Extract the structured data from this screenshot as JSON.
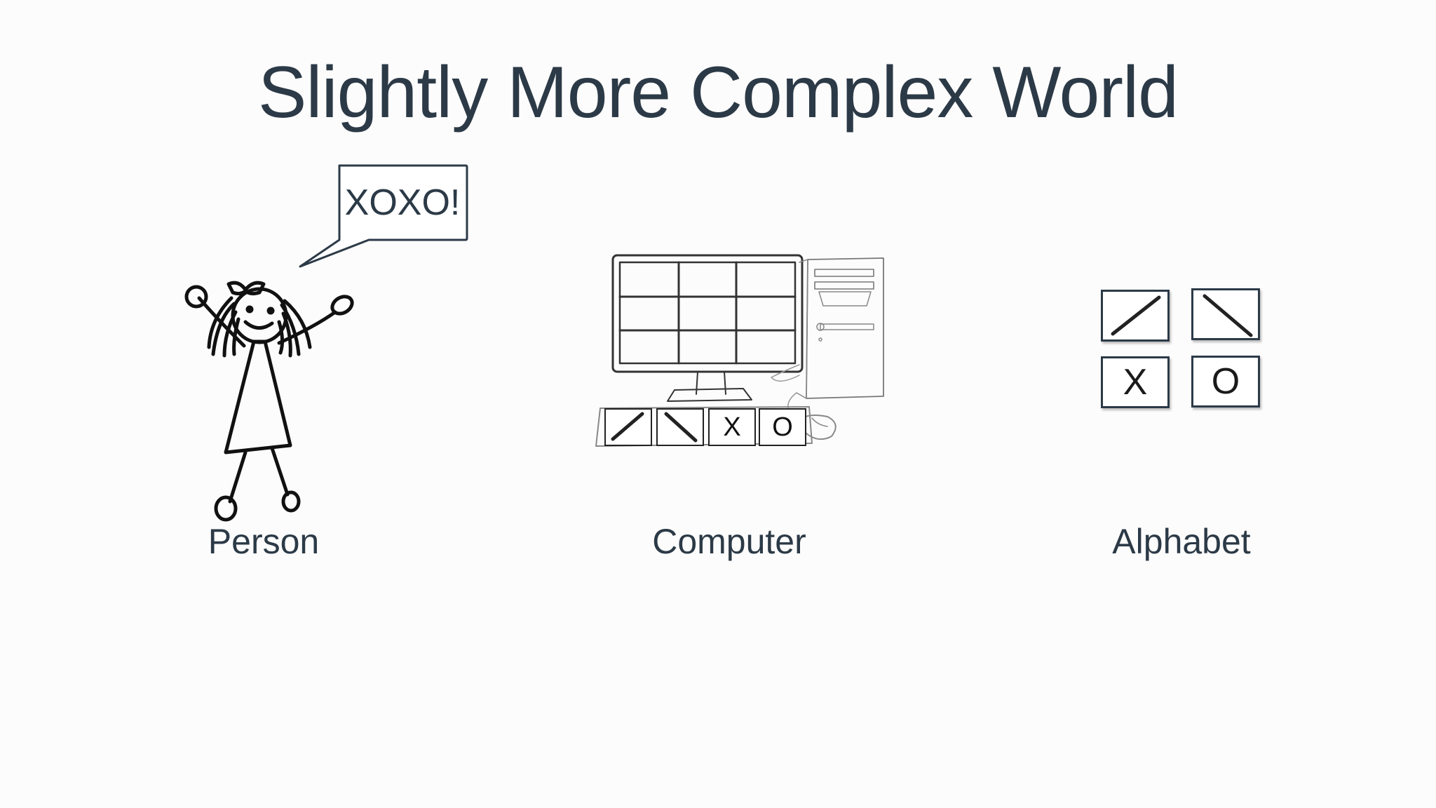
{
  "slide": {
    "title": "Slightly More Complex World"
  },
  "person": {
    "speech": "XOXO!",
    "caption": "Person",
    "icon": "stick-figure-girl-icon"
  },
  "computer": {
    "caption": "Computer",
    "icon": "desktop-computer-icon",
    "keys": [
      "/",
      "\\",
      "X",
      "O"
    ]
  },
  "alphabet": {
    "caption": "Alphabet",
    "symbols": [
      "/",
      "\\",
      "X",
      "O"
    ]
  },
  "colors": {
    "text": "#2c3a47",
    "background": "#fdfcfc",
    "line": "#1a1a1a"
  }
}
